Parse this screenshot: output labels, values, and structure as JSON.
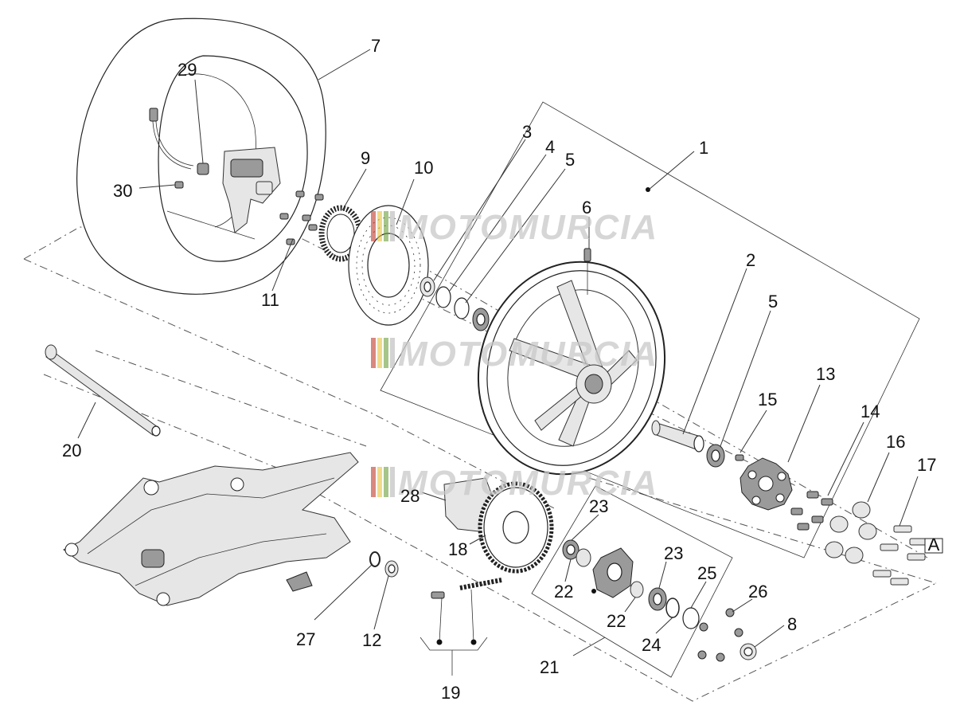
{
  "watermark": {
    "text": "MOTOMURCIA",
    "stripe_colors": [
      "#c0392b",
      "#e8c33a",
      "#6a9f3b",
      "#b5b5b5"
    ]
  },
  "callouts": {
    "n1": "1",
    "n2": "2",
    "n3": "3",
    "n4": "4",
    "n5a": "5",
    "n5b": "5",
    "n6": "6",
    "n7": "7",
    "n8": "8",
    "n9": "9",
    "n10": "10",
    "n11": "11",
    "n12": "12",
    "n13": "13",
    "n14": "14",
    "n15": "15",
    "n16": "16",
    "n17": "17",
    "n18": "18",
    "n19": "19",
    "n20": "20",
    "n21": "21",
    "n22a": "22",
    "n22b": "22",
    "n23a": "23",
    "n23b": "23",
    "n24": "24",
    "n25": "25",
    "n26": "26",
    "n27": "27",
    "n28": "28",
    "n29": "29",
    "n30": "30"
  },
  "ref_box": "A"
}
